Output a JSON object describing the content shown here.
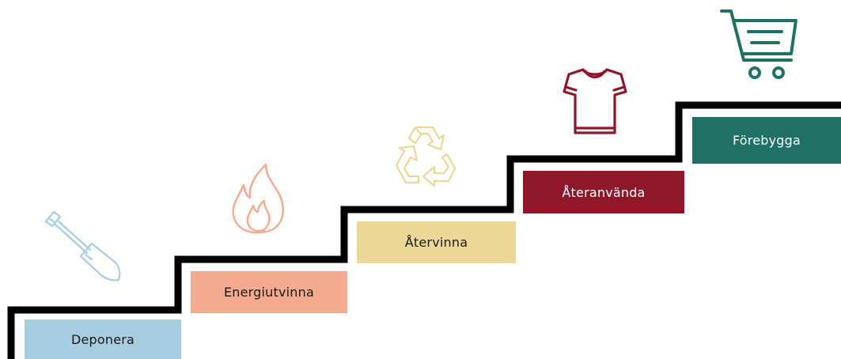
{
  "steps": [
    {
      "label": "Deponera",
      "color": "#a9cde0",
      "icon": "shovel-icon"
    },
    {
      "label": "Energiutvinna",
      "color": "#f4aa8f",
      "icon": "flame-icon"
    },
    {
      "label": "Återvinna",
      "color": "#ebd898",
      "icon": "recycle-icon"
    },
    {
      "label": "Återanvända",
      "color": "#8f1729",
      "icon": "tshirt-icon"
    },
    {
      "label": "Förebygga",
      "color": "#1f7166",
      "icon": "shopping-cart-icon"
    }
  ],
  "stair_line_color": "#000000"
}
